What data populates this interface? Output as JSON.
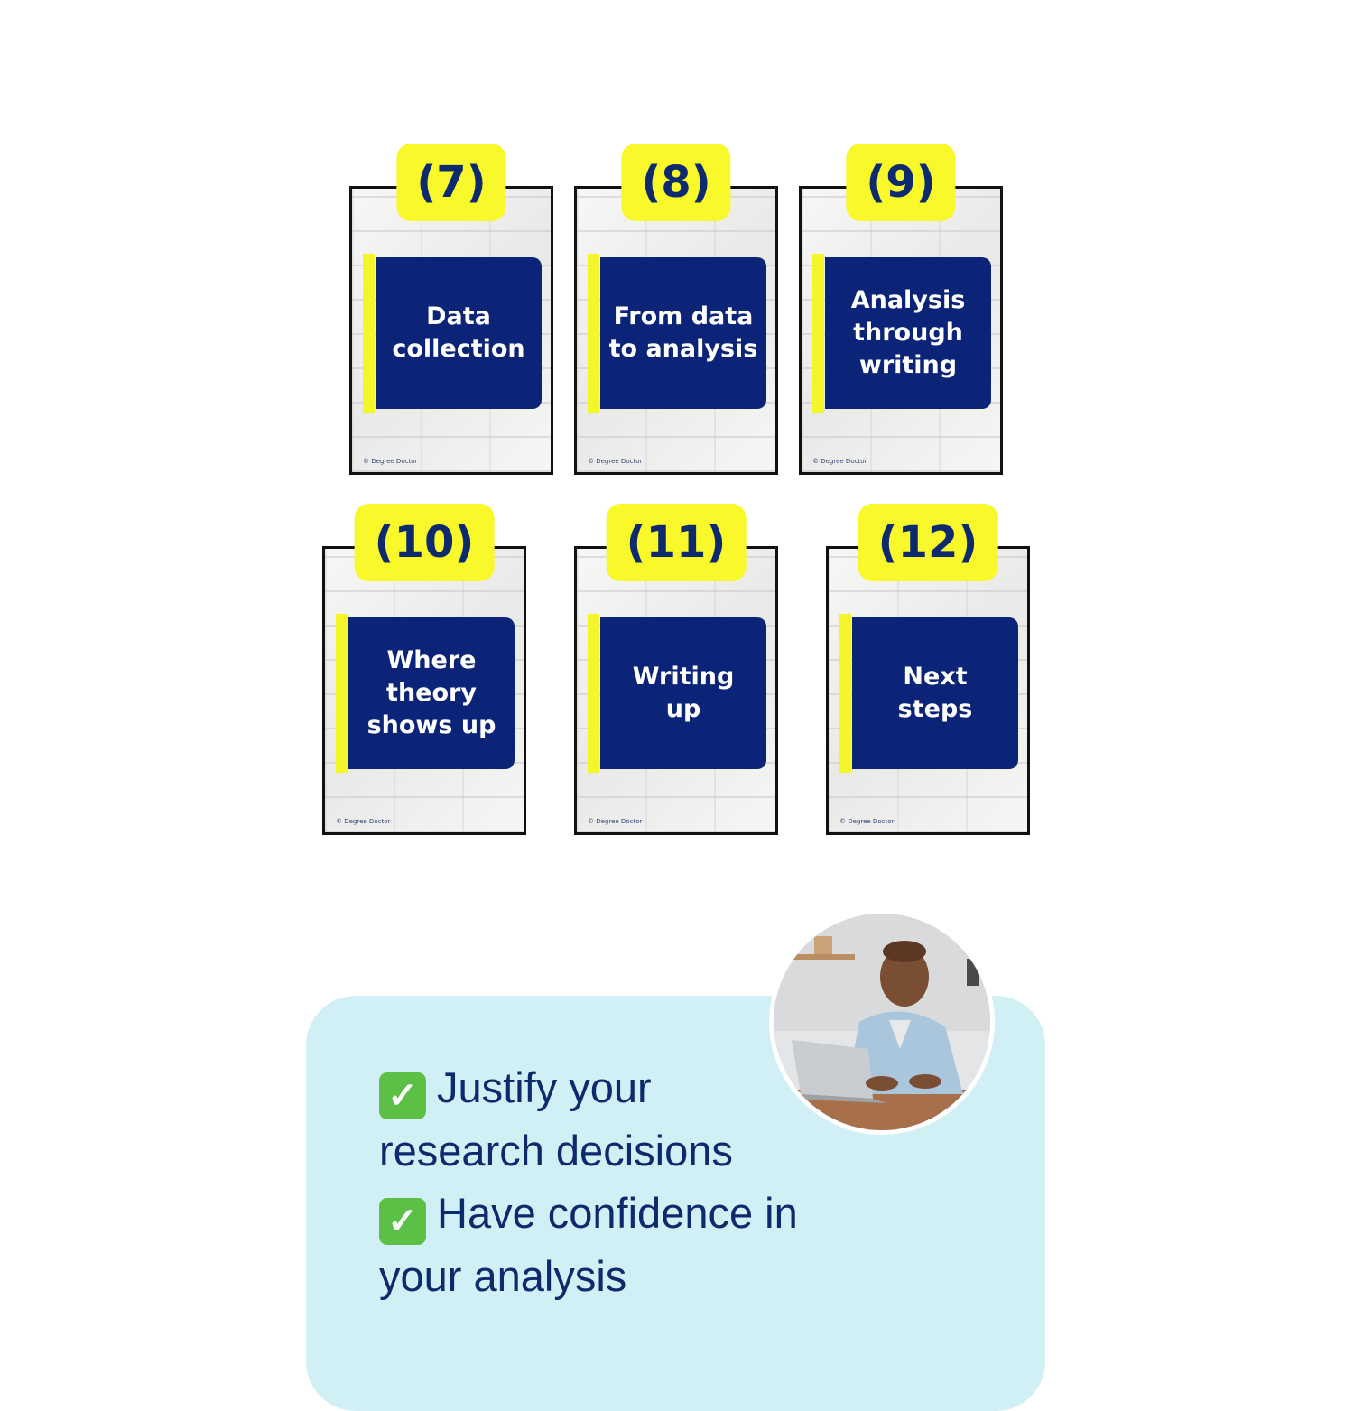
{
  "modules": [
    {
      "number": "(7)",
      "title": "Data\ncollection",
      "footer": "© Degree Doctor"
    },
    {
      "number": "(8)",
      "title": "From data\nto analysis",
      "footer": "© Degree Doctor"
    },
    {
      "number": "(9)",
      "title": "Analysis\nthrough\nwriting",
      "footer": "© Degree Doctor"
    },
    {
      "number": "(10)",
      "title": "Where\ntheory\nshows up",
      "footer": "© Degree Doctor"
    },
    {
      "number": "(11)",
      "title": "Writing\nup",
      "footer": "© Degree Doctor"
    },
    {
      "number": "(12)",
      "title": "Next\nsteps",
      "footer": "© Degree Doctor"
    }
  ],
  "benefits": [
    {
      "check": "✓",
      "line1": "Justify your",
      "line2": "research decisions"
    },
    {
      "check": "✓",
      "line1": "Have confidence in",
      "line2": "your analysis"
    }
  ],
  "colors": {
    "navy": "#0b2478",
    "yellow": "#f8f82a",
    "panel": "#d0f0f5",
    "check_green": "#5cc047"
  },
  "avatar": {
    "icon": "person-at-laptop-photo"
  }
}
